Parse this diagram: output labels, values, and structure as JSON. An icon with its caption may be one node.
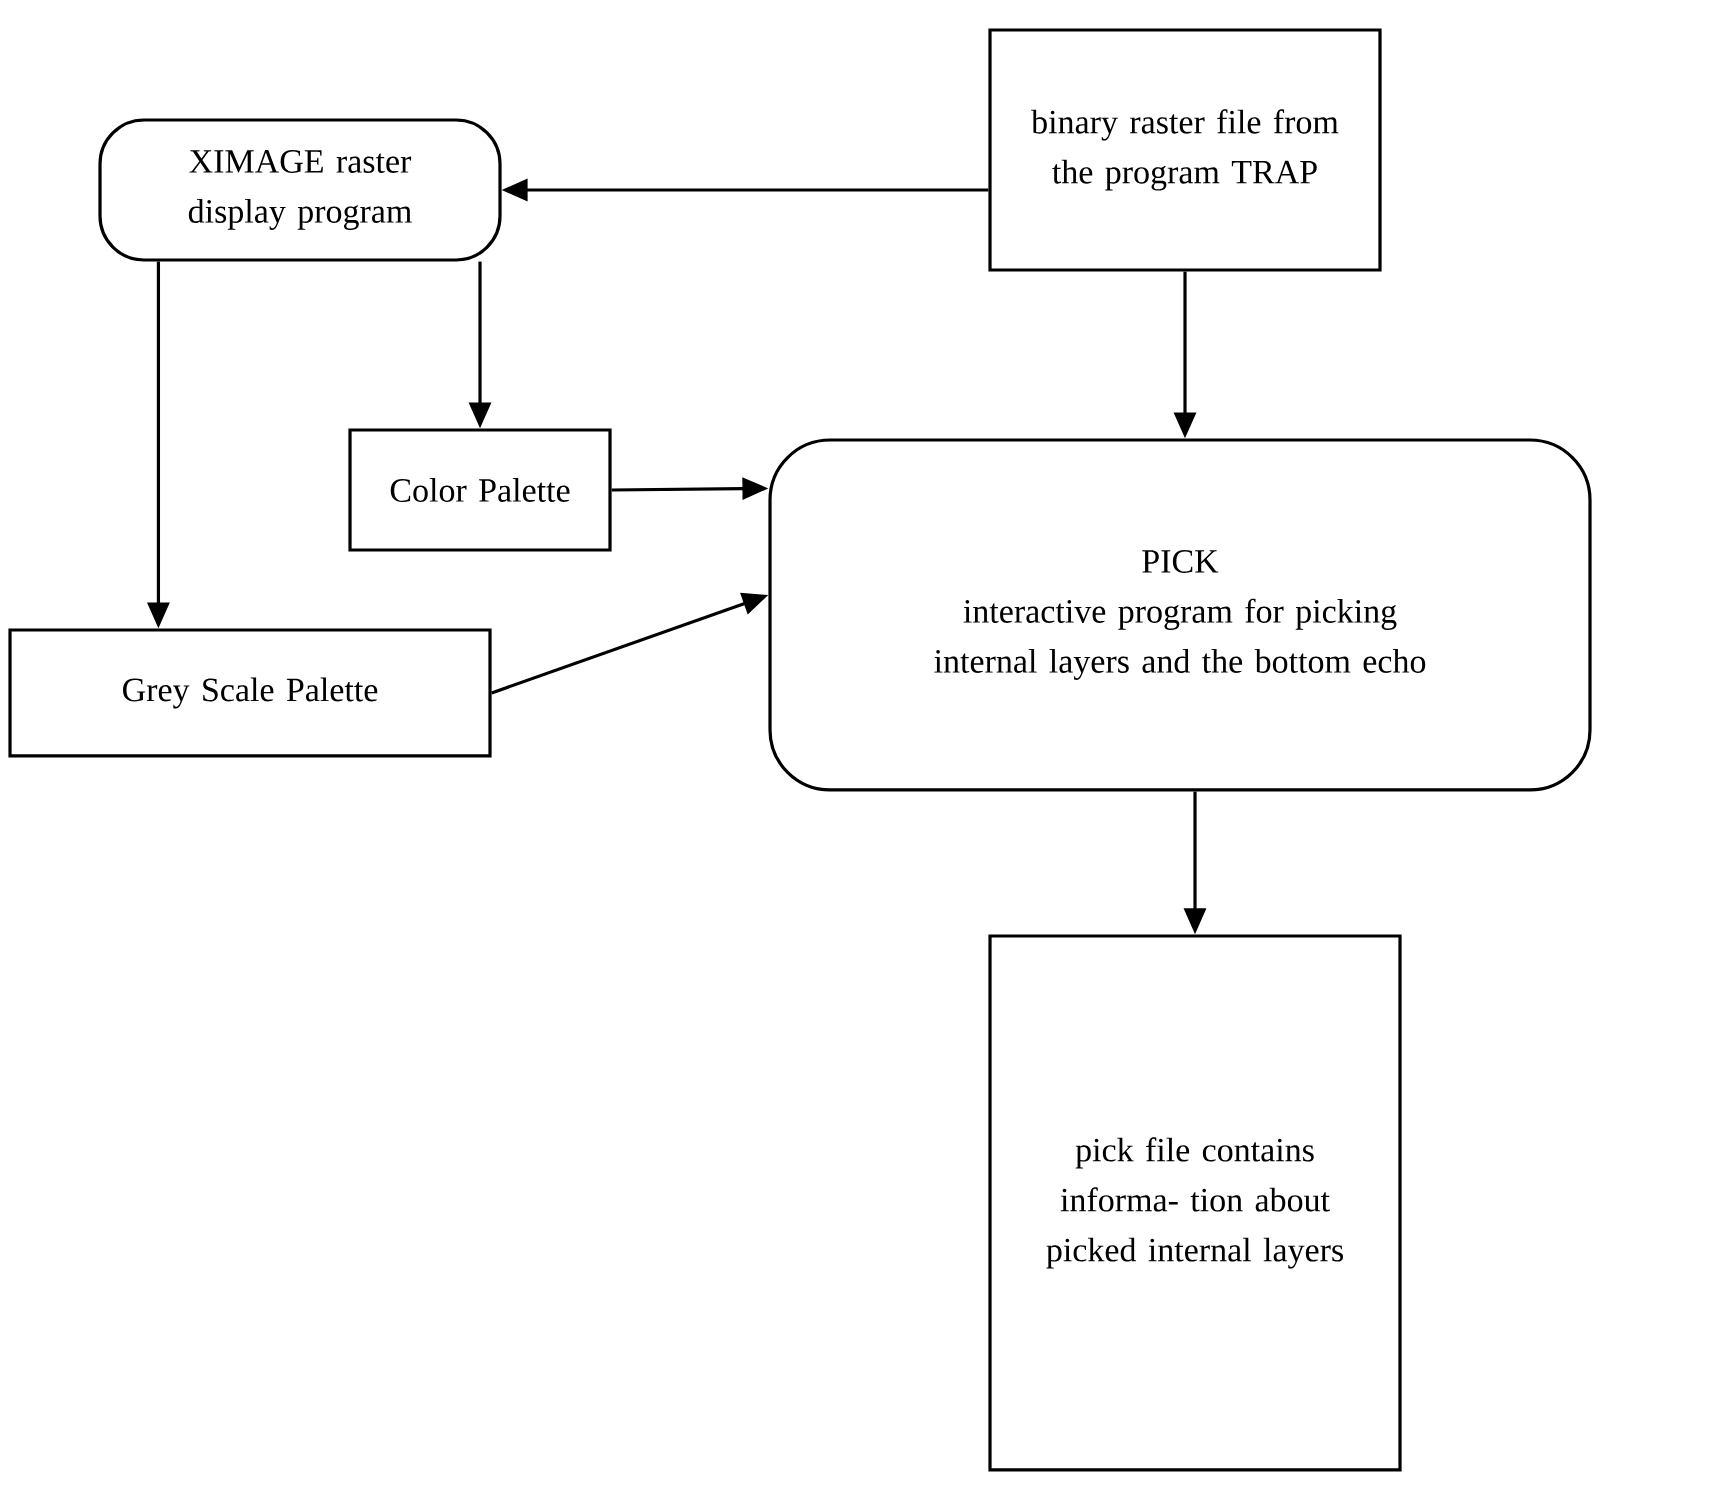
{
  "diagram": {
    "nodes": [
      {
        "text": [
          "XIMAGE raster display program"
        ]
      },
      {
        "text": [
          "binary raster file from the program TRAP"
        ]
      },
      {
        "text": [
          "Color Palette"
        ]
      },
      {
        "text": [
          "PICK",
          "interactive program for picking internal layers and the bottom echo"
        ]
      },
      {
        "text": [
          "Grey Scale Palette"
        ]
      },
      {
        "text": [
          "pick file contains informa- tion about picked internal layers"
        ]
      }
    ],
    "edges": [
      {
        "from": 1,
        "to": 0,
        "arrow": "to"
      },
      {
        "from": 0,
        "to": 2,
        "arrow": "to"
      },
      {
        "from": 0,
        "to": 4,
        "arrow": "to"
      },
      {
        "from": 1,
        "to": 3,
        "arrow": "to"
      },
      {
        "from": 2,
        "to": 3,
        "arrow": "to"
      },
      {
        "from": 4,
        "to": 3,
        "arrow": "to"
      },
      {
        "from": 3,
        "to": 5,
        "arrow": "to"
      }
    ]
  }
}
